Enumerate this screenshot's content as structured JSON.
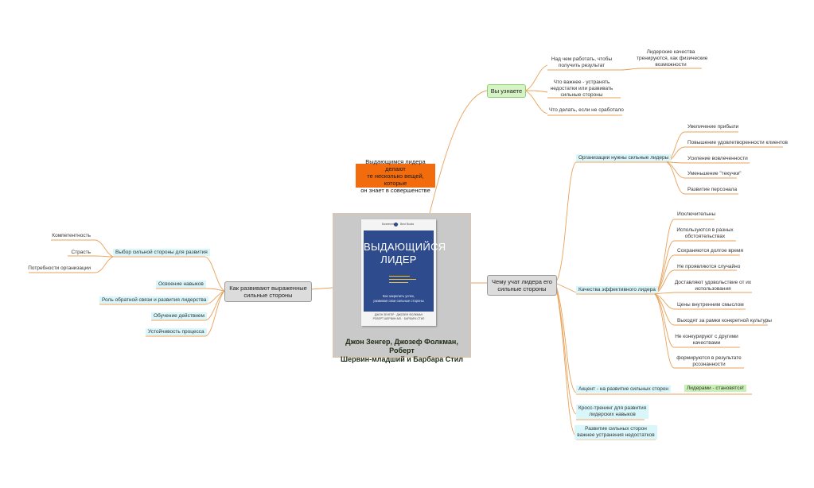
{
  "center": {
    "book": {
      "publisher_left": "Бизнесmedia",
      "publisher_right": "Best Books",
      "title_line1": "ВЫДАЮЩИЙСЯ",
      "title_line2": "ЛИДЕР",
      "subtitle_line1": "Как закрепить успех,",
      "subtitle_line2": "развивая свои сильные стороны",
      "authors_line1": "ДЖОН ЗЕНГЕР · ДЖОЗЕФ ФОЛКМАН",
      "authors_line2": "РОБЕРТ ШЕРВИН-МЛ. · БАРБАРА СТИЛ"
    },
    "caption_line1": "Джон Зенгер, Джозеф Фолкман, Роберт",
    "caption_line2": "Шервин-младший и Барбара Стил"
  },
  "callout": {
    "line1": "Выдающимся лидера делают",
    "line2": "те несколько вещей, которые",
    "line3": "он знает в совершенстве"
  },
  "learn": {
    "label": "Вы узнаете",
    "items": [
      {
        "line1": "Над чем работать, чтобы",
        "line2": "получить результат"
      },
      {
        "line1": "Что важнее - устранять",
        "line2": "недостатки или развивать",
        "line3": "сильные стороны"
      },
      {
        "line1": "Что делать, если не сработало"
      }
    ],
    "note": {
      "line1": "Лидерские качества",
      "line2": "тренируются, как физические",
      "line3": "возможности"
    }
  },
  "teach": {
    "label_line1": "Чему учат лидера его",
    "label_line2": "сильные стороны",
    "org": {
      "label": "Организации нужны сильные лидеры",
      "items": [
        "Увеличение прибыли",
        "Повышение удовлетворенности клиентов",
        "Усиление вовлеченности",
        "Уменьшение \"текучки\"",
        "Развитие персонала"
      ]
    },
    "qualities": {
      "label": "Качества эффективного лидера",
      "items": [
        {
          "line1": "Исключительны"
        },
        {
          "line1": "Используются в разных",
          "line2": "обстоятельствах"
        },
        {
          "line1": "Сохраняются долгое время"
        },
        {
          "line1": "Не проявляются случайно"
        },
        {
          "line1": "Доставляют удовольствие от их",
          "line2": "использования"
        },
        {
          "line1": "Цены внутренним смыслом"
        },
        {
          "line1": "Выходят за рамки конкретной культуры"
        },
        {
          "line1": "Не конкурируют с другими",
          "line2": "качествами"
        },
        {
          "line1": "формируются в результате",
          "line2": "рсознанности"
        }
      ]
    },
    "accent": {
      "label": "Акцент - на развитие сильных сторон",
      "result": "Лидерами - становятся!"
    },
    "cross": {
      "line1": "Кросс-тренинг для развития",
      "line2": "лидерских навыков"
    },
    "develop": {
      "line1": "Развитие сильных сторон",
      "line2": "важнее устранения недостатков"
    }
  },
  "how": {
    "label_line1": "Как развивают выраженные",
    "label_line2": "сильные стороны",
    "choose": {
      "label": "Выбор сильной стороны для развития",
      "items": [
        "Компетентность",
        "Страсть",
        "Потребности организации"
      ]
    },
    "items": [
      "Освоение навыков",
      "Роль обратной связи и развития лидерства",
      "Обучение действием",
      "Устойчивость процесса"
    ]
  },
  "colors": {
    "branch_line": "#e8a25a",
    "callout": "#f26b0d",
    "highlight_cyan": "#d9f6fb",
    "highlight_green": "#c9f0b4"
  }
}
